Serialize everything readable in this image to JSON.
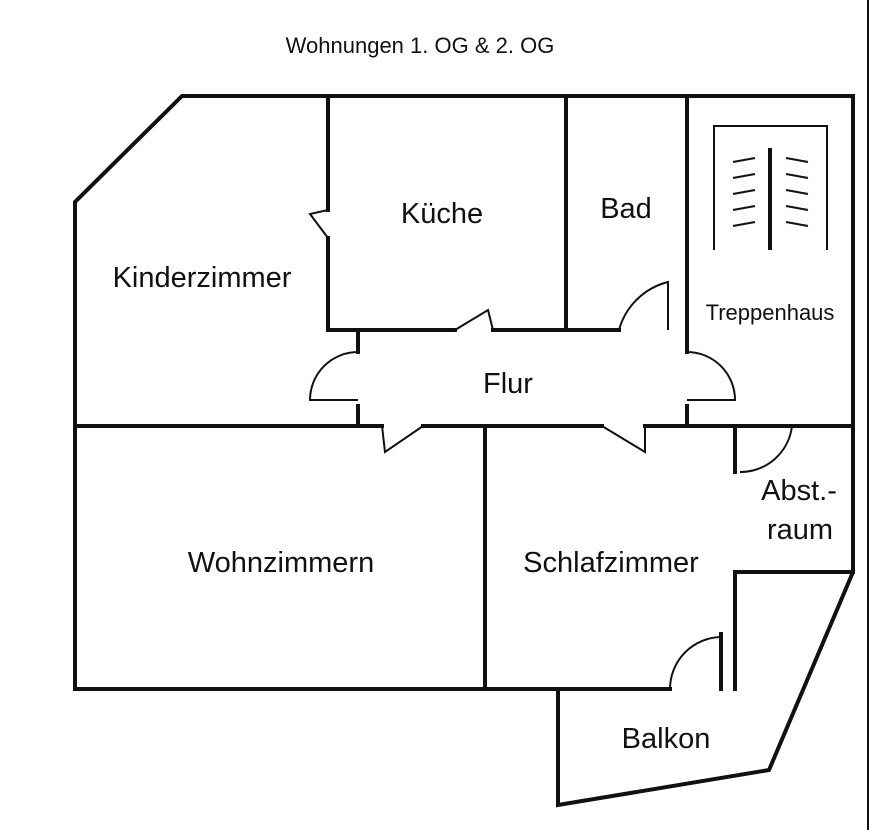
{
  "title": "Wohnungen 1. OG & 2. OG",
  "rooms": {
    "kinderzimmer": "Kinderzimmer",
    "kueche": "Küche",
    "bad": "Bad",
    "treppenhaus": "Treppenhaus",
    "flur": "Flur",
    "wohnzimmern": "Wohnzimmern",
    "schlafzimmer": "Schlafzimmer",
    "abstellraum_line1": "Abst.-",
    "abstellraum_line2": "raum",
    "balkon": "Balkon"
  }
}
